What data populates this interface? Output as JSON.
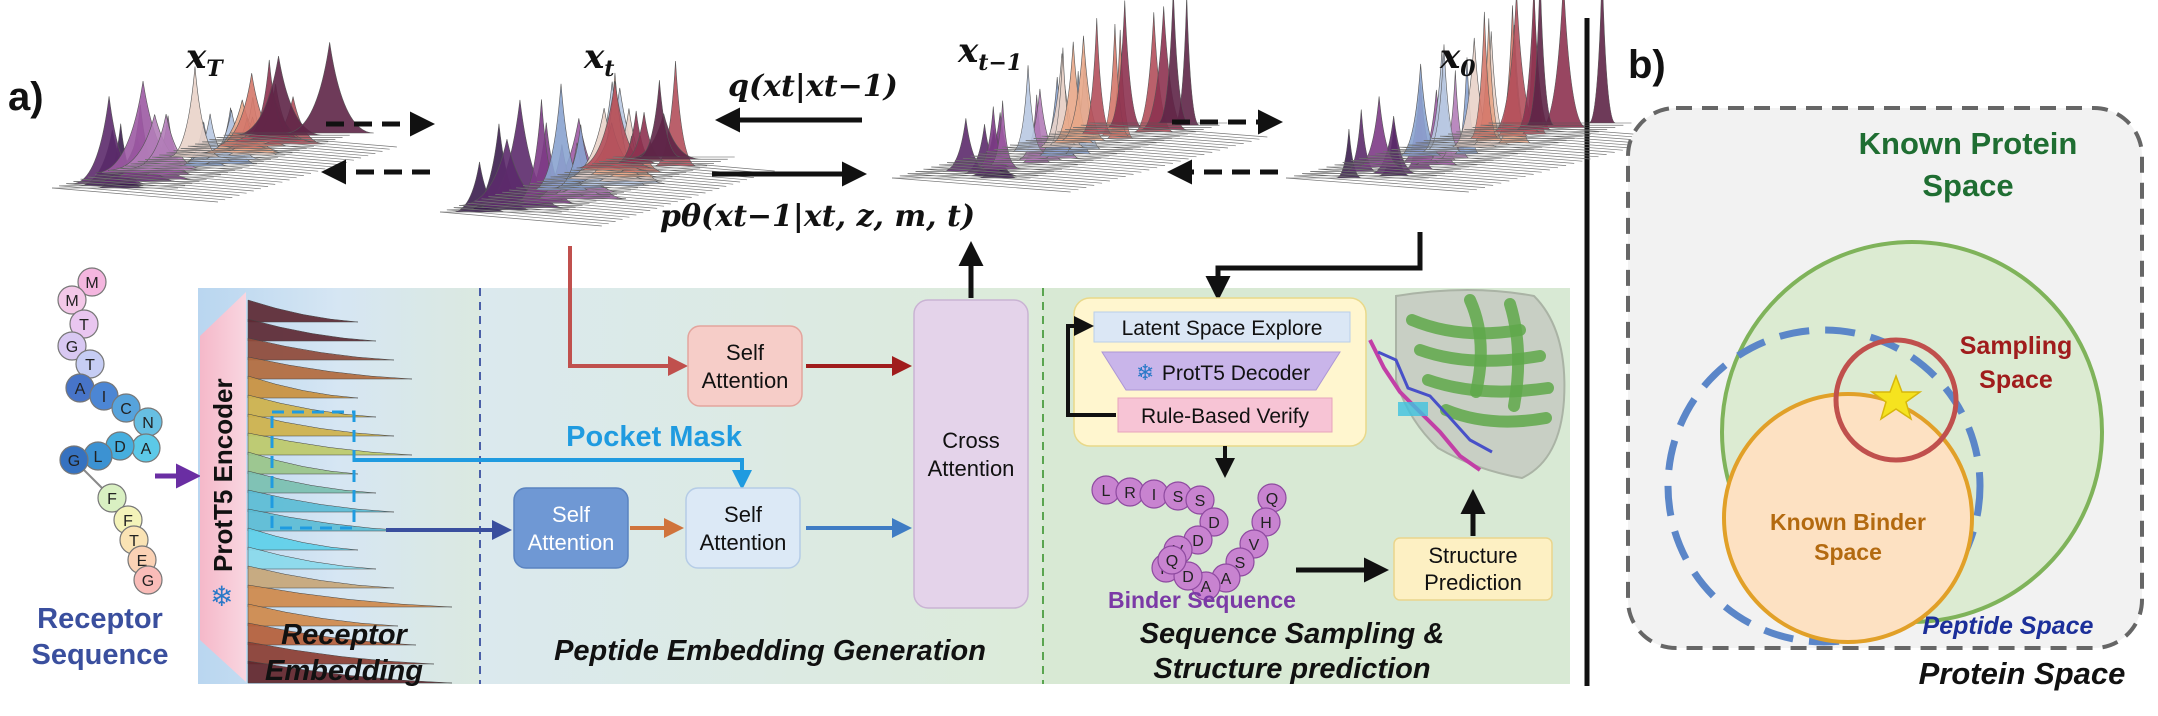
{
  "panels": {
    "a_label": "a)",
    "b_label": "b)"
  },
  "diffusion": {
    "x_T": "x",
    "x_T_sub": "T",
    "x_t": "x",
    "x_t_sub": "t",
    "x_tm1": "x",
    "x_tm1_sub": "t−1",
    "x_0": "x",
    "x_0_sub": "0",
    "q_label": "q(xt|xt−1)",
    "p_label": "pθ(xt−1|xt, z, m, t)"
  },
  "receptor": {
    "residues_top": [
      "M",
      "M",
      "T",
      "G",
      "T"
    ],
    "residues_mid": [
      "A",
      "I",
      "C",
      "N",
      "A",
      "D",
      "L",
      "G"
    ],
    "residues_bot": [
      "F",
      "F",
      "T",
      "E",
      "G"
    ],
    "sequence_label_1": "Receptor",
    "sequence_label_2": "Sequence",
    "encoder_label": "ProtT5 Encoder",
    "embedding_label_1": "Receptor",
    "embedding_label_2": "Embedding"
  },
  "generation": {
    "self_attention_top_1": "Self",
    "self_attention_top_2": "Attention",
    "self_attention_left_1": "Self",
    "self_attention_left_2": "Attention",
    "self_attention_right_1": "Self",
    "self_attention_right_2": "Attention",
    "pocket_mask": "Pocket Mask",
    "cross_attention_1": "Cross",
    "cross_attention_2": "Attention",
    "section_label": "Peptide Embedding Generation"
  },
  "sampling": {
    "latent_explore": "Latent Space Explore",
    "decoder": "ProtT5 Decoder",
    "rule_verify": "Rule-Based Verify",
    "binder_residues": [
      "L",
      "R",
      "I",
      "S",
      "S",
      "D",
      "D",
      "V",
      "H",
      "Q",
      "H",
      "V",
      "S",
      "A",
      "A",
      "D",
      "Q"
    ],
    "binder_label": "Binder Sequence",
    "structure_1": "Structure",
    "structure_2": "Prediction",
    "section_label_1": "Sequence Sampling &",
    "section_label_2": "Structure prediction"
  },
  "venn": {
    "known_protein_1": "Known Protein",
    "known_protein_2": "Space",
    "sampling_1": "Sampling",
    "sampling_2": "Space",
    "known_binder_1": "Known Binder",
    "known_binder_2": "Space",
    "peptide_space": "Peptide Space",
    "protein_space": "Protein Space"
  },
  "colors": {
    "embed_bg": "#cfe2f3",
    "gen_bg": "#e0ecdf",
    "sample_bg": "#d6e8d3",
    "known_protein": "#7fb35a",
    "sampling": "#c0504d",
    "known_binder": "#e1a028",
    "peptide_dash": "#5b86c8",
    "dark_red": "#a01c1c",
    "pocket_blue": "#1f9be0"
  }
}
